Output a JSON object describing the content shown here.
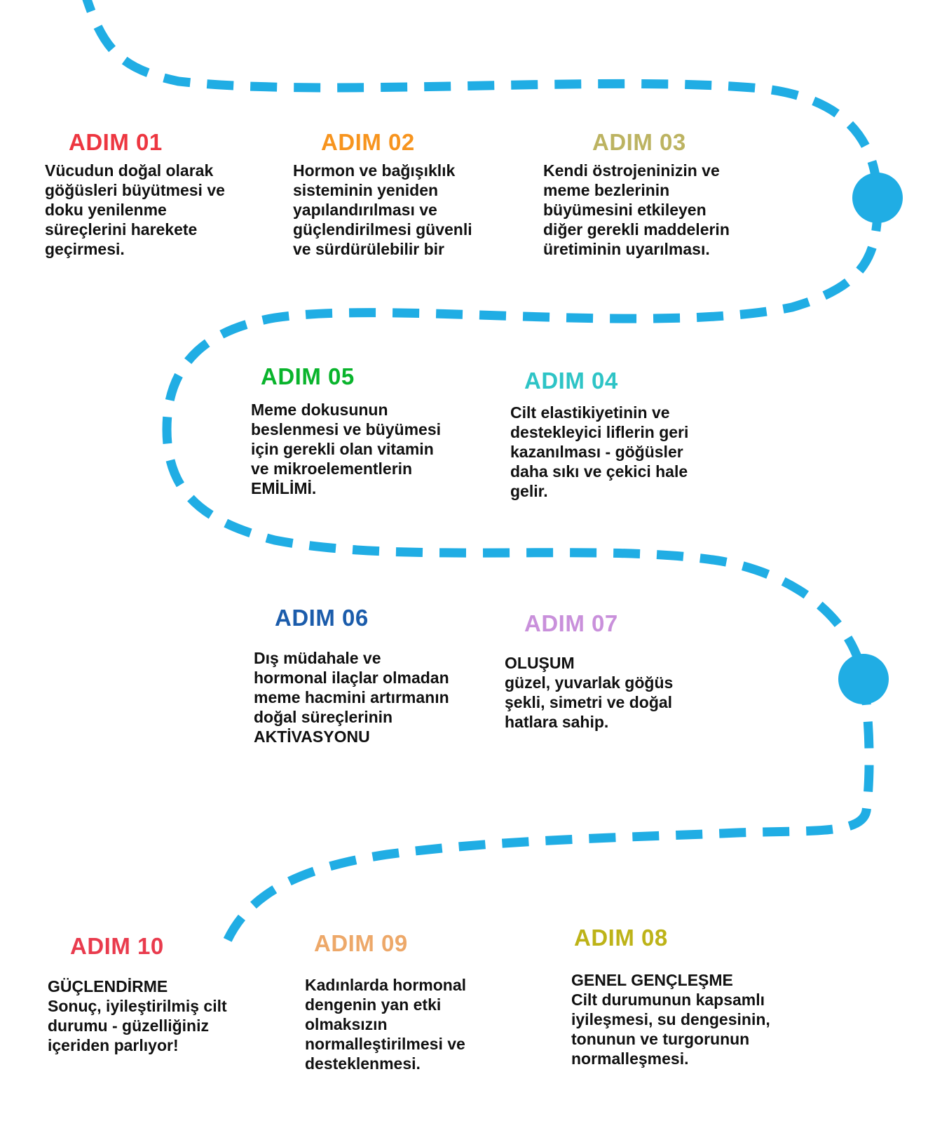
{
  "palette": {
    "path_color": "#20ade4",
    "body_text_color": "#111111"
  },
  "timeline": {
    "milestone_dots": [
      "milestone-dot-1",
      "milestone-dot-2"
    ],
    "style": "dashed-serpentine"
  },
  "steps": [
    {
      "id": "01",
      "label": "ADIM 01",
      "color": "#ed3640",
      "body": "Vücudun doğal olarak\ngöğüsleri büyütmesi ve\ndoku yenilenme\nsüreçlerini harekete\ngeçirmesi."
    },
    {
      "id": "02",
      "label": "ADIM 02",
      "color": "#f7941e",
      "body": "Hormon ve bağışıklık\nsisteminin yeniden\nyapılandırılması ve\ngüçlendirilmesi güvenli\nve sürdürülebilir bir"
    },
    {
      "id": "03",
      "label": "ADIM 03",
      "color": "#b3a94c",
      "body": "Kendi östrojeninizin ve\nmeme bezlerinin\nbüyümesini etkileyen\ndiğer gerekli maddelerin\nüretiminin uyarılması."
    },
    {
      "id": "05",
      "label": "ADIM 05",
      "color": "#09b42c",
      "body": "Meme dokusunun\nbeslenmesi ve büyümesi\niçin gerekli olan vitamin\nve mikroelementlerin\nEMİLİMİ."
    },
    {
      "id": "04",
      "label": "ADIM 04",
      "color": "#2ec4c6",
      "body": "Cilt elastikiyetinin ve\ndestekleyici liflerin geri\nkazanılması - göğüsler\ndaha sıkı ve çekici hale\ngelir."
    },
    {
      "id": "06",
      "label": "ADIM 06",
      "color": "#1b5cab",
      "body": "Dış müdahale ve\nhormonal ilaçlar olmadan\nmeme hacmini artırmanın\ndoğal süreçlerinin\nAKTİVASYONU"
    },
    {
      "id": "07",
      "label": "ADIM 07",
      "color": "#c990db",
      "body": "OLUŞUM\ngüzel, yuvarlak göğüs\nşekli, simetri ve doğal\nhatlara sahip."
    },
    {
      "id": "10",
      "label": "ADIM 10",
      "color": "#e93b4d",
      "body": "GÜÇLENDİRME\nSonuç, iyileştirilmiş cilt\ndurumu - güzelliğiniz\niçeriden parlıyor!"
    },
    {
      "id": "09",
      "label": "ADIM 09",
      "color": "#eda869",
      "body": "Kadınlarda hormonal\ndengenin yan etki\nolmaksızın\nnormalleştirilmesi ve\ndesteklenmesi."
    },
    {
      "id": "08",
      "label": "ADIM 08",
      "color": "#bdb318",
      "body": "GENEL GENÇLEŞME\nCilt durumunun kapsamlı\niyileşmesi, su dengesinin,\ntonunun ve turgorunun\nnormalleşmesi."
    }
  ]
}
